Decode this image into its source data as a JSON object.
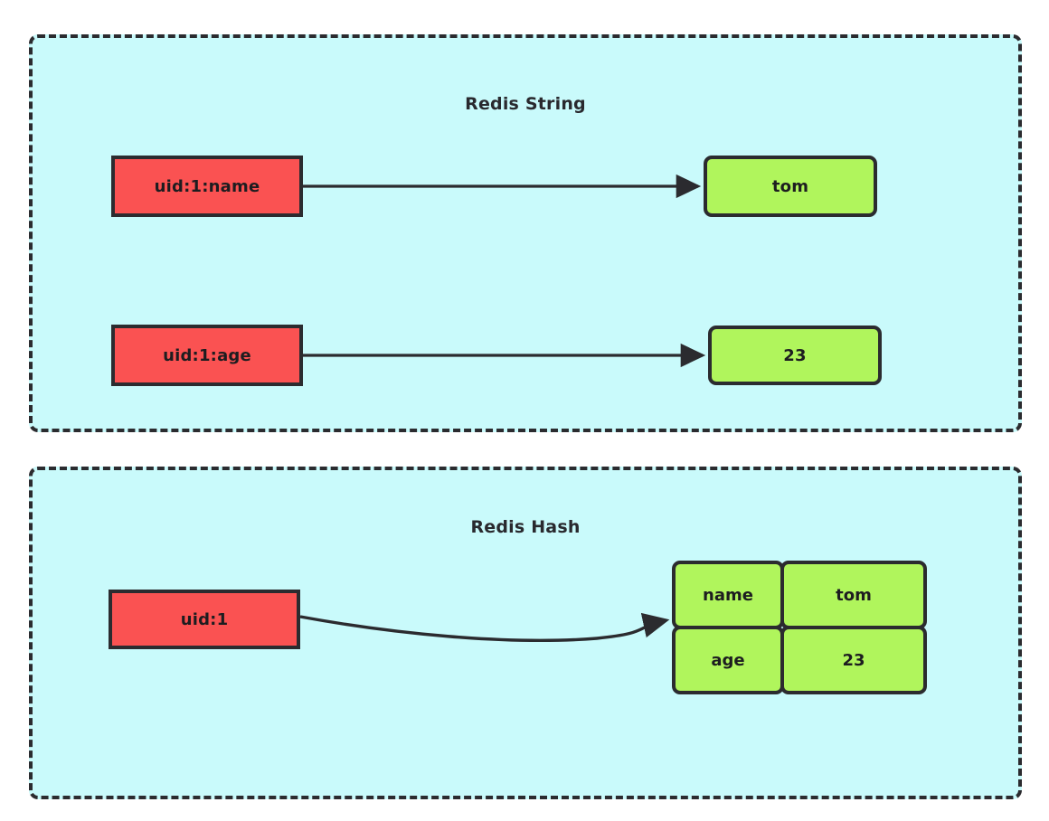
{
  "diagram": {
    "title_hidden": "",
    "background_color": "#ffffff",
    "panel_fill": "#c9fafb",
    "panel_border_color": "#2b2b2f",
    "key_color": "#fa5252",
    "value_color": "#b0f55c",
    "arrow_color": "#2b2b2f"
  },
  "panels": [
    {
      "id": "redis-string",
      "title": "Redis String",
      "rows": [
        {
          "key": "uid:1:name",
          "value": "tom"
        },
        {
          "key": "uid:1:age",
          "value": "23"
        }
      ]
    },
    {
      "id": "redis-hash",
      "title": "Redis Hash",
      "key": "uid:1",
      "fields": [
        {
          "field": "name",
          "value": "tom"
        },
        {
          "field": "age",
          "value": "23"
        }
      ]
    }
  ]
}
